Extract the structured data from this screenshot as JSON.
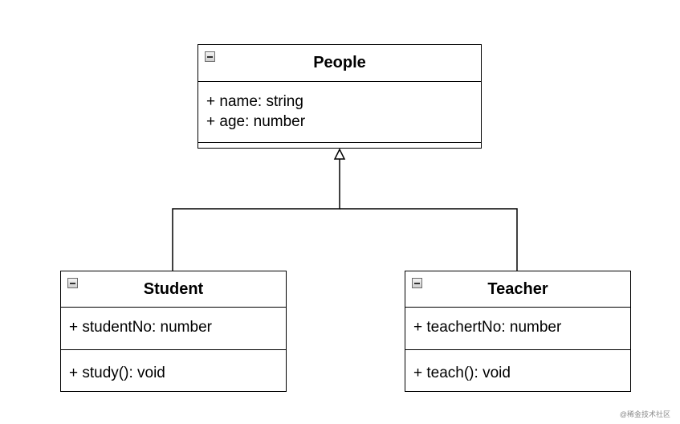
{
  "classes": {
    "people": {
      "name": "People",
      "attributes": [
        "+ name: string",
        "+ age: number"
      ],
      "operations": []
    },
    "student": {
      "name": "Student",
      "attributes": [
        "+ studentNo: number"
      ],
      "operations": [
        "+ study(): void"
      ]
    },
    "teacher": {
      "name": "Teacher",
      "attributes": [
        "+ teachertNo: number"
      ],
      "operations": [
        "+ teach(): void"
      ]
    }
  },
  "relations": [
    {
      "type": "generalization",
      "from": "Student",
      "to": "People"
    },
    {
      "type": "generalization",
      "from": "Teacher",
      "to": "People"
    }
  ],
  "watermark": "@稀金技术社区",
  "colors": {
    "line": "#000000",
    "background": "#ffffff",
    "watermark": "#8a8a8a"
  }
}
